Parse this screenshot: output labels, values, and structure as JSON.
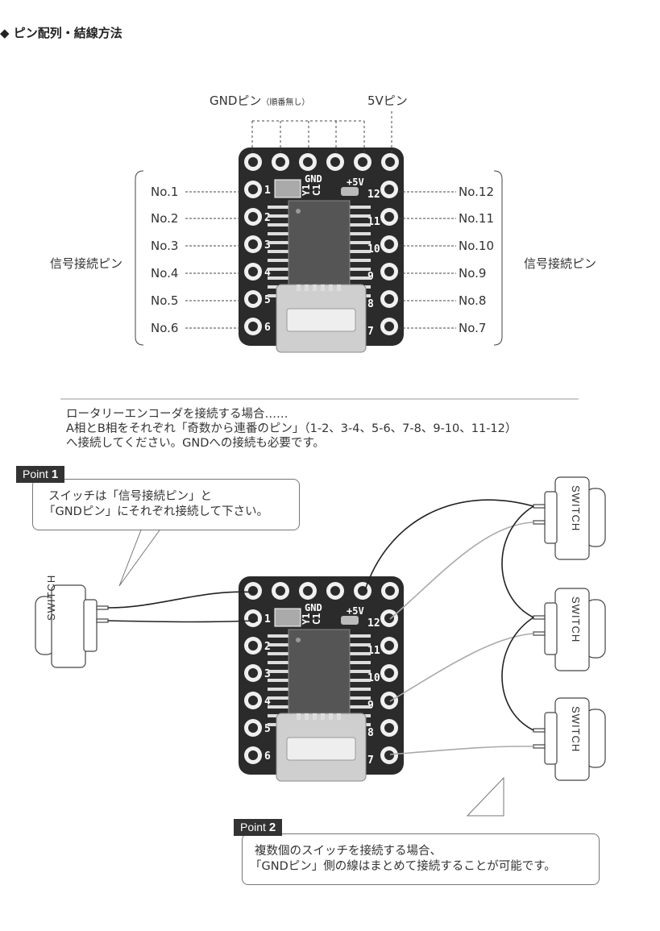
{
  "title": "◆ ピン配列・結線方法",
  "pinout": {
    "gnd_label": "GNDピン",
    "gnd_note": "（順番無し）",
    "v5_label": "5Vピン",
    "signal_left": "信号接続ピン",
    "signal_right": "信号接続ピン",
    "left_pins": [
      "No.1",
      "No.2",
      "No.3",
      "No.4",
      "No.5",
      "No.6"
    ],
    "right_pins": [
      "No.12",
      "No.11",
      "No.10",
      "No.9",
      "No.8",
      "No.7"
    ]
  },
  "board": {
    "gnd": "GND",
    "v5": "+5V",
    "y1": "Y1",
    "c1": "C1",
    "left_nums": [
      "1",
      "2",
      "3",
      "4",
      "5",
      "6"
    ],
    "right_nums": [
      "12",
      "11",
      "10",
      "9",
      "8",
      "7"
    ],
    "colors": {
      "pcb": "#2b2b2b",
      "chip": "#555555",
      "gold": "#f0f0f0",
      "usb": "#cfcfcf"
    }
  },
  "encoder_note": {
    "line1": "ロータリーエンコーダを接続する場合……",
    "line2": "A相とB相をそれぞれ「奇数から連番のピン」（1-2、3-4、5-6、7-8、9-10、11-12）",
    "line3": "へ接続してください。GNDへの接続も必要です。"
  },
  "point1": {
    "tag": "Point",
    "num": "1",
    "line1": "スイッチは「信号接続ピン」と",
    "line2": "「GNDピン」にそれぞれ接続して下さい。"
  },
  "point2": {
    "tag": "Point",
    "num": "2",
    "line1": "複数個のスイッチを接続する場合、",
    "line2": "「GNDピン」側の線はまとめて接続することが可能です。"
  },
  "switch_label": "SWITCH"
}
